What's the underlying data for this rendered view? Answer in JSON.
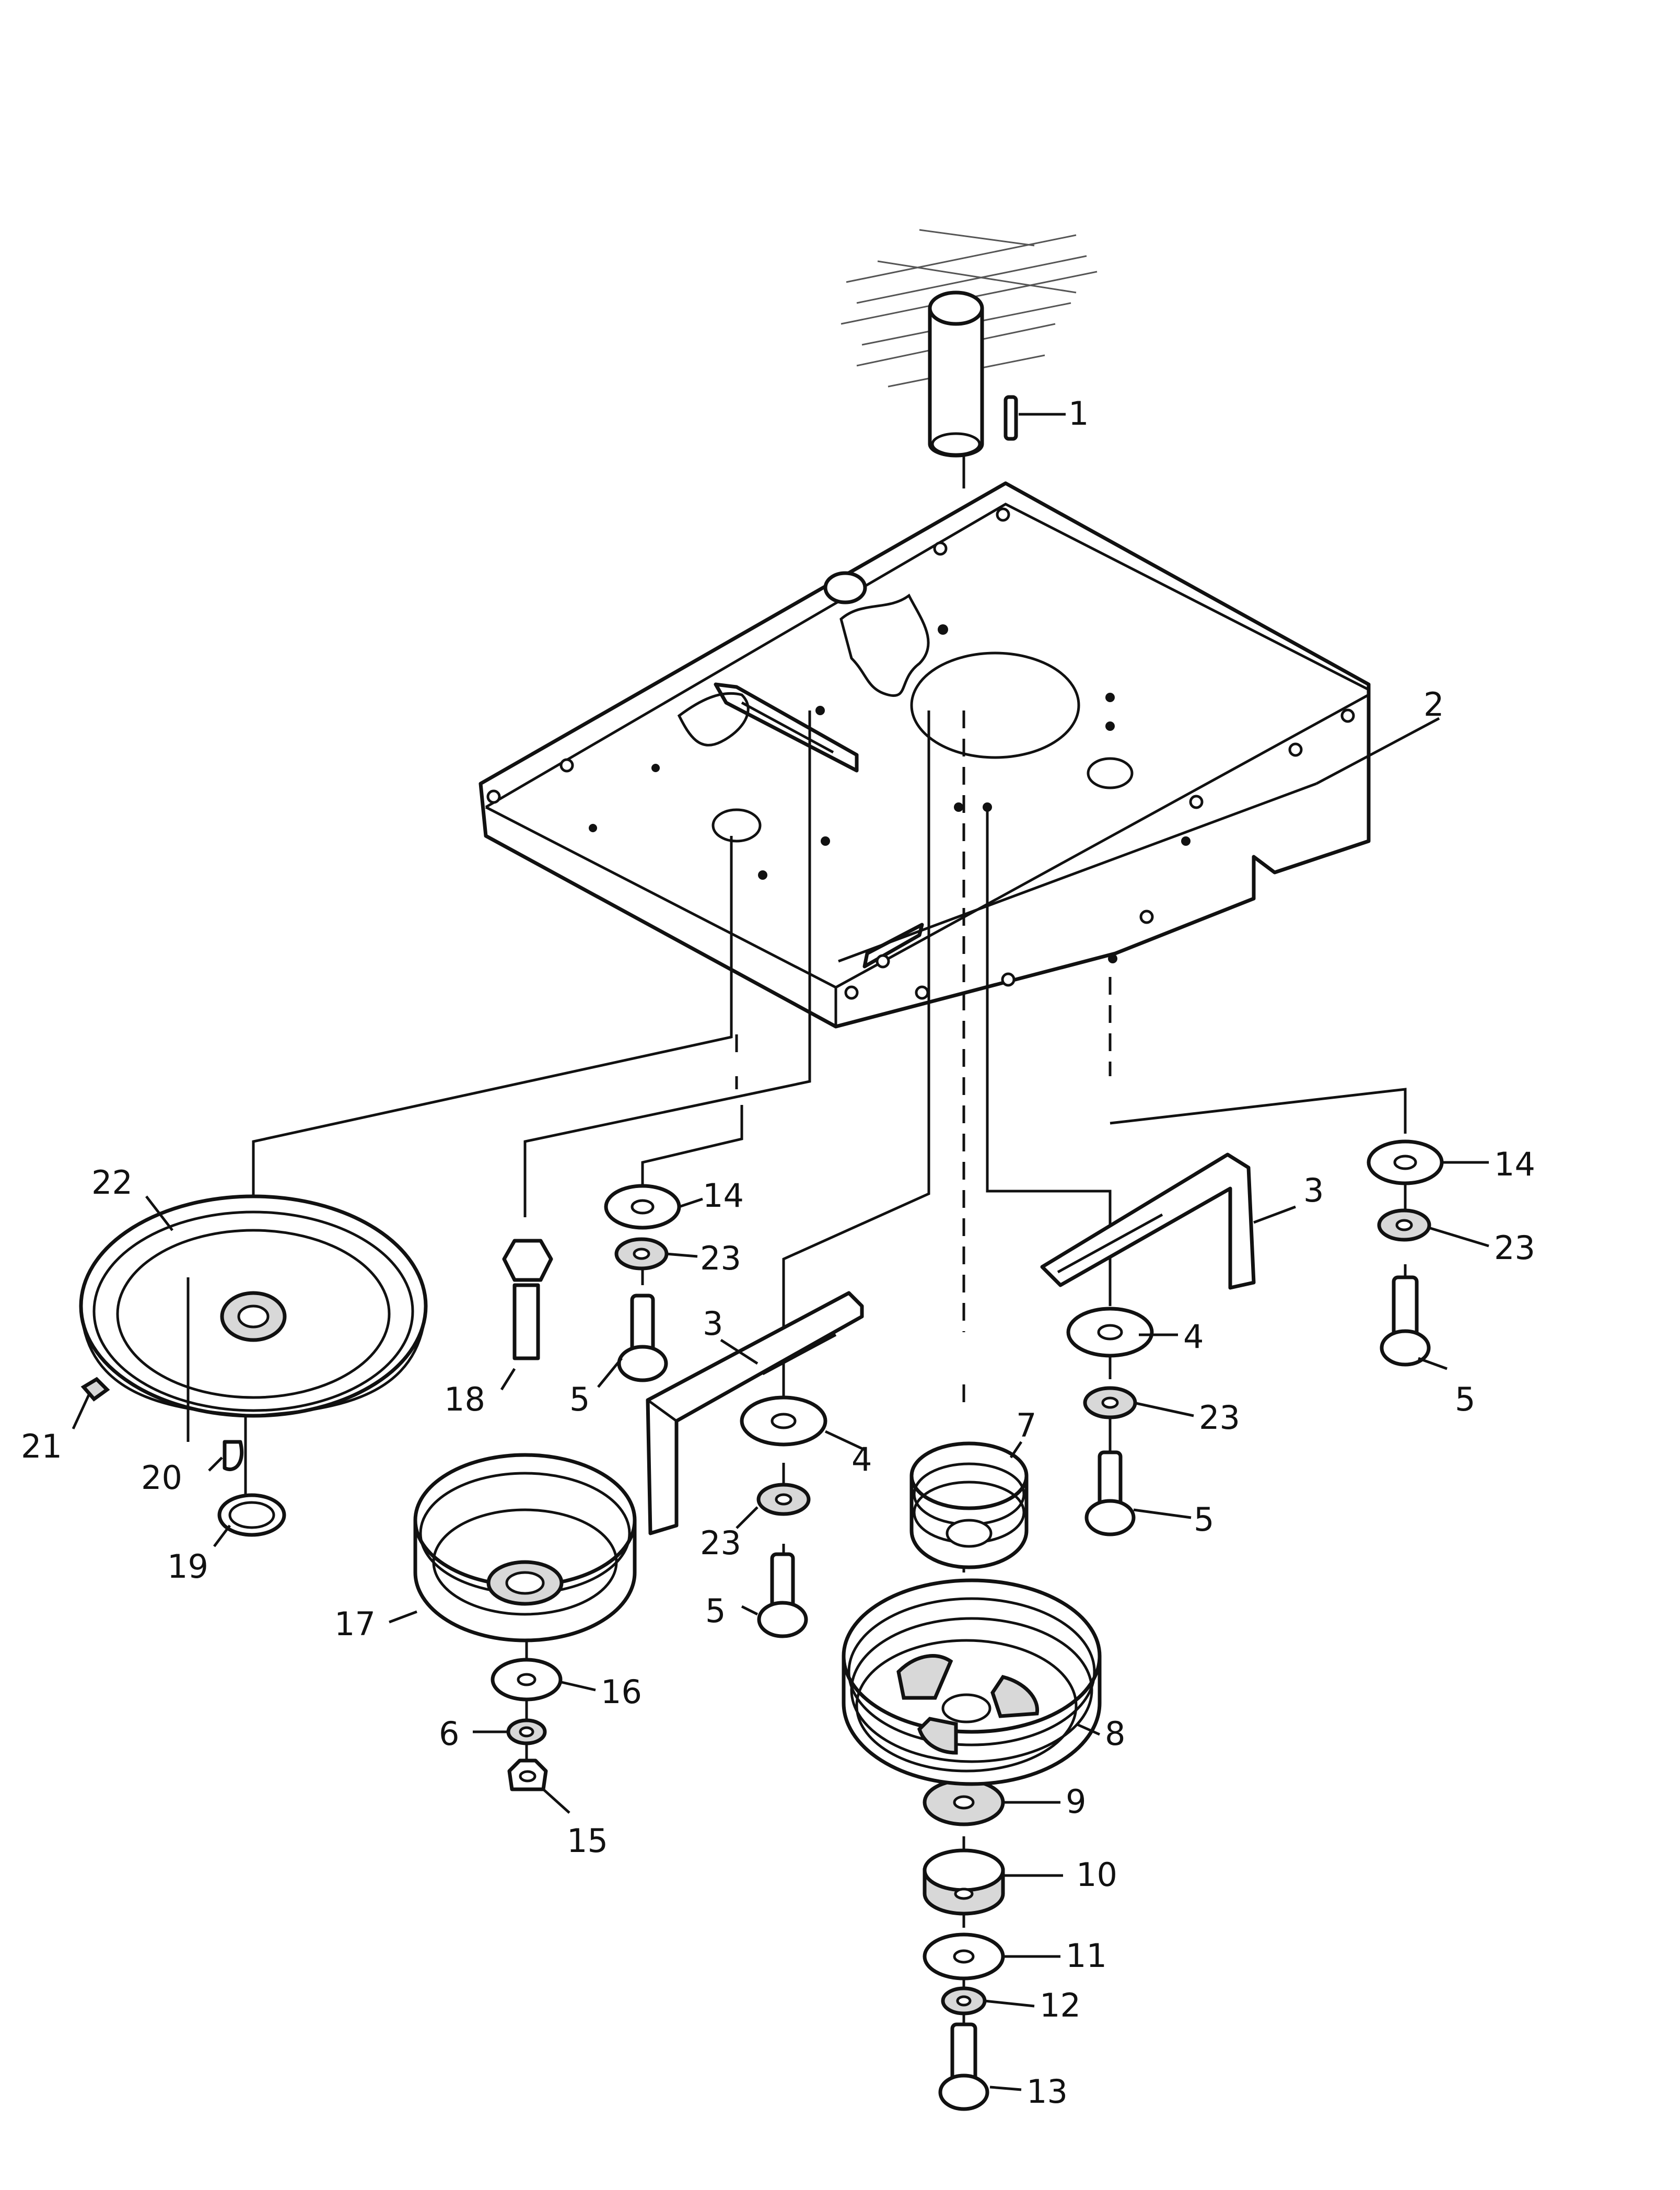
{
  "callouts": [
    {
      "id": "c1",
      "text": "1"
    },
    {
      "id": "c2",
      "text": "2"
    },
    {
      "id": "c3a",
      "text": "3"
    },
    {
      "id": "c3b",
      "text": "3"
    },
    {
      "id": "c4a",
      "text": "4"
    },
    {
      "id": "c4b",
      "text": "4"
    },
    {
      "id": "c5a",
      "text": "5"
    },
    {
      "id": "c5b",
      "text": "5"
    },
    {
      "id": "c5c",
      "text": "5"
    },
    {
      "id": "c5d",
      "text": "5"
    },
    {
      "id": "c6",
      "text": "6"
    },
    {
      "id": "c7",
      "text": "7"
    },
    {
      "id": "c8",
      "text": "8"
    },
    {
      "id": "c9",
      "text": "9"
    },
    {
      "id": "c10",
      "text": "10"
    },
    {
      "id": "c11",
      "text": "11"
    },
    {
      "id": "c12",
      "text": "12"
    },
    {
      "id": "c13",
      "text": "13"
    },
    {
      "id": "c14a",
      "text": "14"
    },
    {
      "id": "c14b",
      "text": "14"
    },
    {
      "id": "c15",
      "text": "15"
    },
    {
      "id": "c16",
      "text": "16"
    },
    {
      "id": "c17",
      "text": "17"
    },
    {
      "id": "c18",
      "text": "18"
    },
    {
      "id": "c19",
      "text": "19"
    },
    {
      "id": "c20",
      "text": "20"
    },
    {
      "id": "c21",
      "text": "21"
    },
    {
      "id": "c22",
      "text": "22"
    },
    {
      "id": "c23a",
      "text": "23"
    },
    {
      "id": "c23b",
      "text": "23"
    },
    {
      "id": "c23c",
      "text": "23"
    },
    {
      "id": "c23d",
      "text": "23"
    }
  ]
}
